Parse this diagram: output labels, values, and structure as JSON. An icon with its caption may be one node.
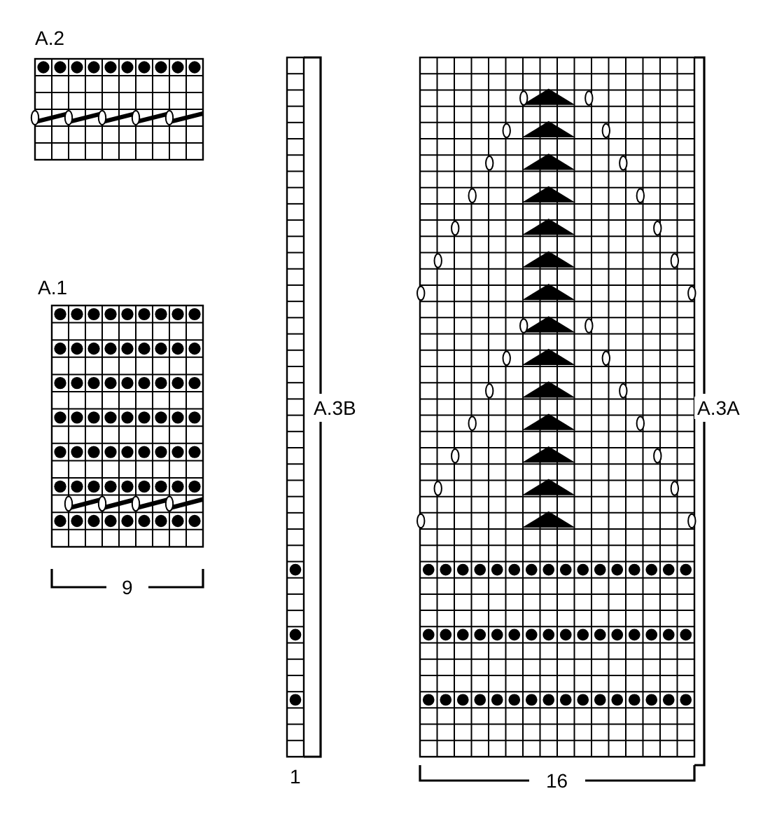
{
  "diagram": {
    "labels": [
      "A.2",
      "A.1",
      "9",
      "A.3B",
      "1",
      "A.3A",
      "16"
    ]
  }
}
